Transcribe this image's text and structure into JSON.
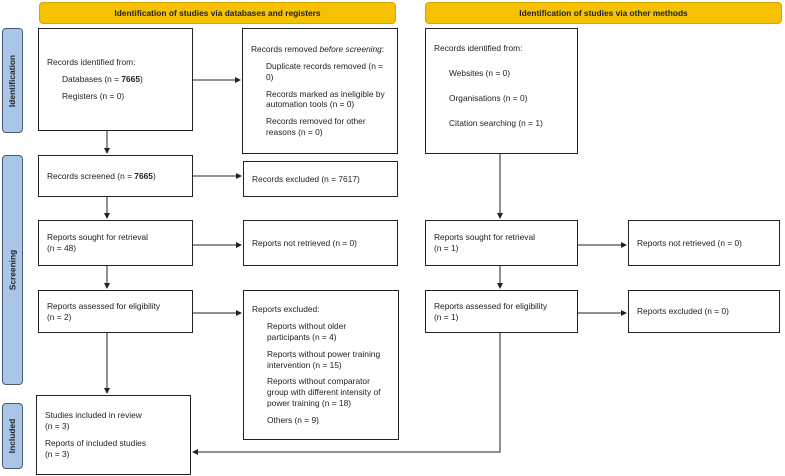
{
  "headers": {
    "databases": "Identification of studies via databases and registers",
    "other": "Identification of studies via other methods"
  },
  "phases": {
    "identification": "Identification",
    "screening": "Screening",
    "included": "Included"
  },
  "db": {
    "identified": {
      "title": "Records identified from:",
      "databases_label": "Databases (n = ",
      "databases_n": "7665",
      "databases_end": ")",
      "registers": "Registers (n = 0)"
    },
    "removed": {
      "title_a": "Records removed ",
      "title_em": "before screening",
      "title_end": ":",
      "items": [
        "Duplicate records removed (n = 0)",
        "Records marked as ineligible by automation tools (n = 0)",
        "Records removed for other reasons (n = 0)"
      ]
    },
    "screened": {
      "label": "Records screened (n = ",
      "n": "7665",
      "end": ")"
    },
    "excluded": "Records excluded (n = 7617)",
    "sought": {
      "label": "Reports sought for retrieval",
      "n": "(n = 48)"
    },
    "not_retrieved": "Reports not retrieved (n = 0)",
    "assessed": {
      "label": "Reports assessed for eligibility",
      "n": "(n = 2)"
    },
    "reports_excluded": {
      "title": "Reports excluded:",
      "items": [
        "Reports without older participants (n = 4)",
        "Reports without power training intervention (n = 15)",
        "Reports without comparator group with different intensity of power training (n = 18)",
        "Others (n = 9)"
      ]
    },
    "included": {
      "studies": "Studies included in review",
      "studies_n": "(n = 3)",
      "reports": "Reports of included studies",
      "reports_n": "(n = 3)"
    }
  },
  "other": {
    "identified": {
      "title": "Records identified from:",
      "items": [
        "Websites (n = 0)",
        "Organisations (n = 0)",
        "Citation searching (n = 1)"
      ]
    },
    "sought": {
      "label": "Reports sought for retrieval",
      "n": "(n = 1)"
    },
    "not_retrieved": "Reports not retrieved (n = 0)",
    "assessed": {
      "label": "Reports assessed for eligibility",
      "n": "(n = 1)"
    },
    "excluded": "Reports excluded (n = 0)"
  },
  "colors": {
    "header": "#f5c100",
    "phase": "#a9c6e8"
  }
}
